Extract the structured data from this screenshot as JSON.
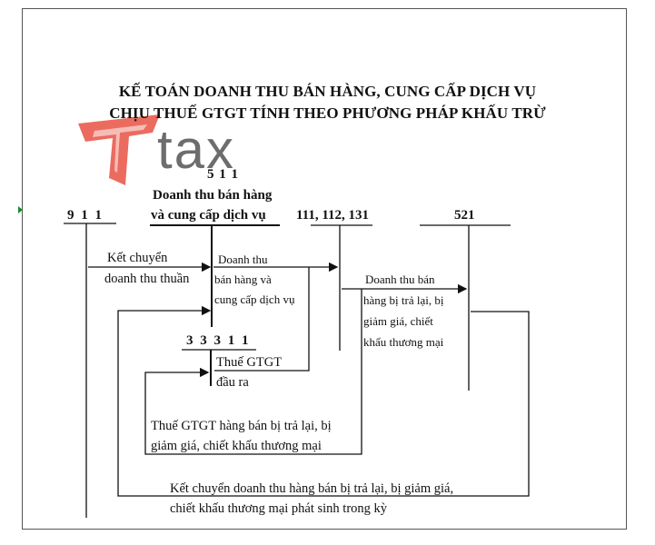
{
  "title": {
    "line1": "KẾ TOÁN DOANH THU BÁN HÀNG, CUNG CẤP DỊCH VỤ",
    "line2": "CHỊU THUẾ GTGT TÍNH THEO PHƯƠNG PHÁP KHẤU TRỪ"
  },
  "logo": {
    "text": "tax",
    "color": "#e74c3c"
  },
  "accounts": {
    "a911": "9 1 1",
    "a511_code": "5 1 1",
    "a511_name_line1": "Doanh thu bán hàng",
    "a511_name_line2": "và cung cấp dịch vụ",
    "a111": "111, 112, 131",
    "a521": "521",
    "a33311": "3 3 3 1 1"
  },
  "labels": {
    "ket_chuyen_line1": "Kết chuyển",
    "ket_chuyen_line2": "doanh thu thuần",
    "doanh_thu_line1": "Doanh thu",
    "doanh_thu_line2": "bán hàng và",
    "doanh_thu_line3": "cung cấp dịch vụ",
    "tra_lai_line1": "Doanh thu bán",
    "tra_lai_line2": "hàng bị trả lại, bị",
    "tra_lai_line3": "giảm giá, chiết",
    "tra_lai_line4": "khấu thương mại",
    "thue_line1": "Thuế GTGT",
    "thue_line2": "đầu ra",
    "thue_tra_lai_line1": "Thuế GTGT hàng bán bị trả lại, bị",
    "thue_tra_lai_line2": "giảm giá, chiết khấu thương mại",
    "kc_cuoi_line1": "Kết chuyển doanh thu hàng bán bị trả lại, bị giảm giá,",
    "kc_cuoi_line2": "chiết khấu thương mại phát sinh trong kỳ"
  }
}
